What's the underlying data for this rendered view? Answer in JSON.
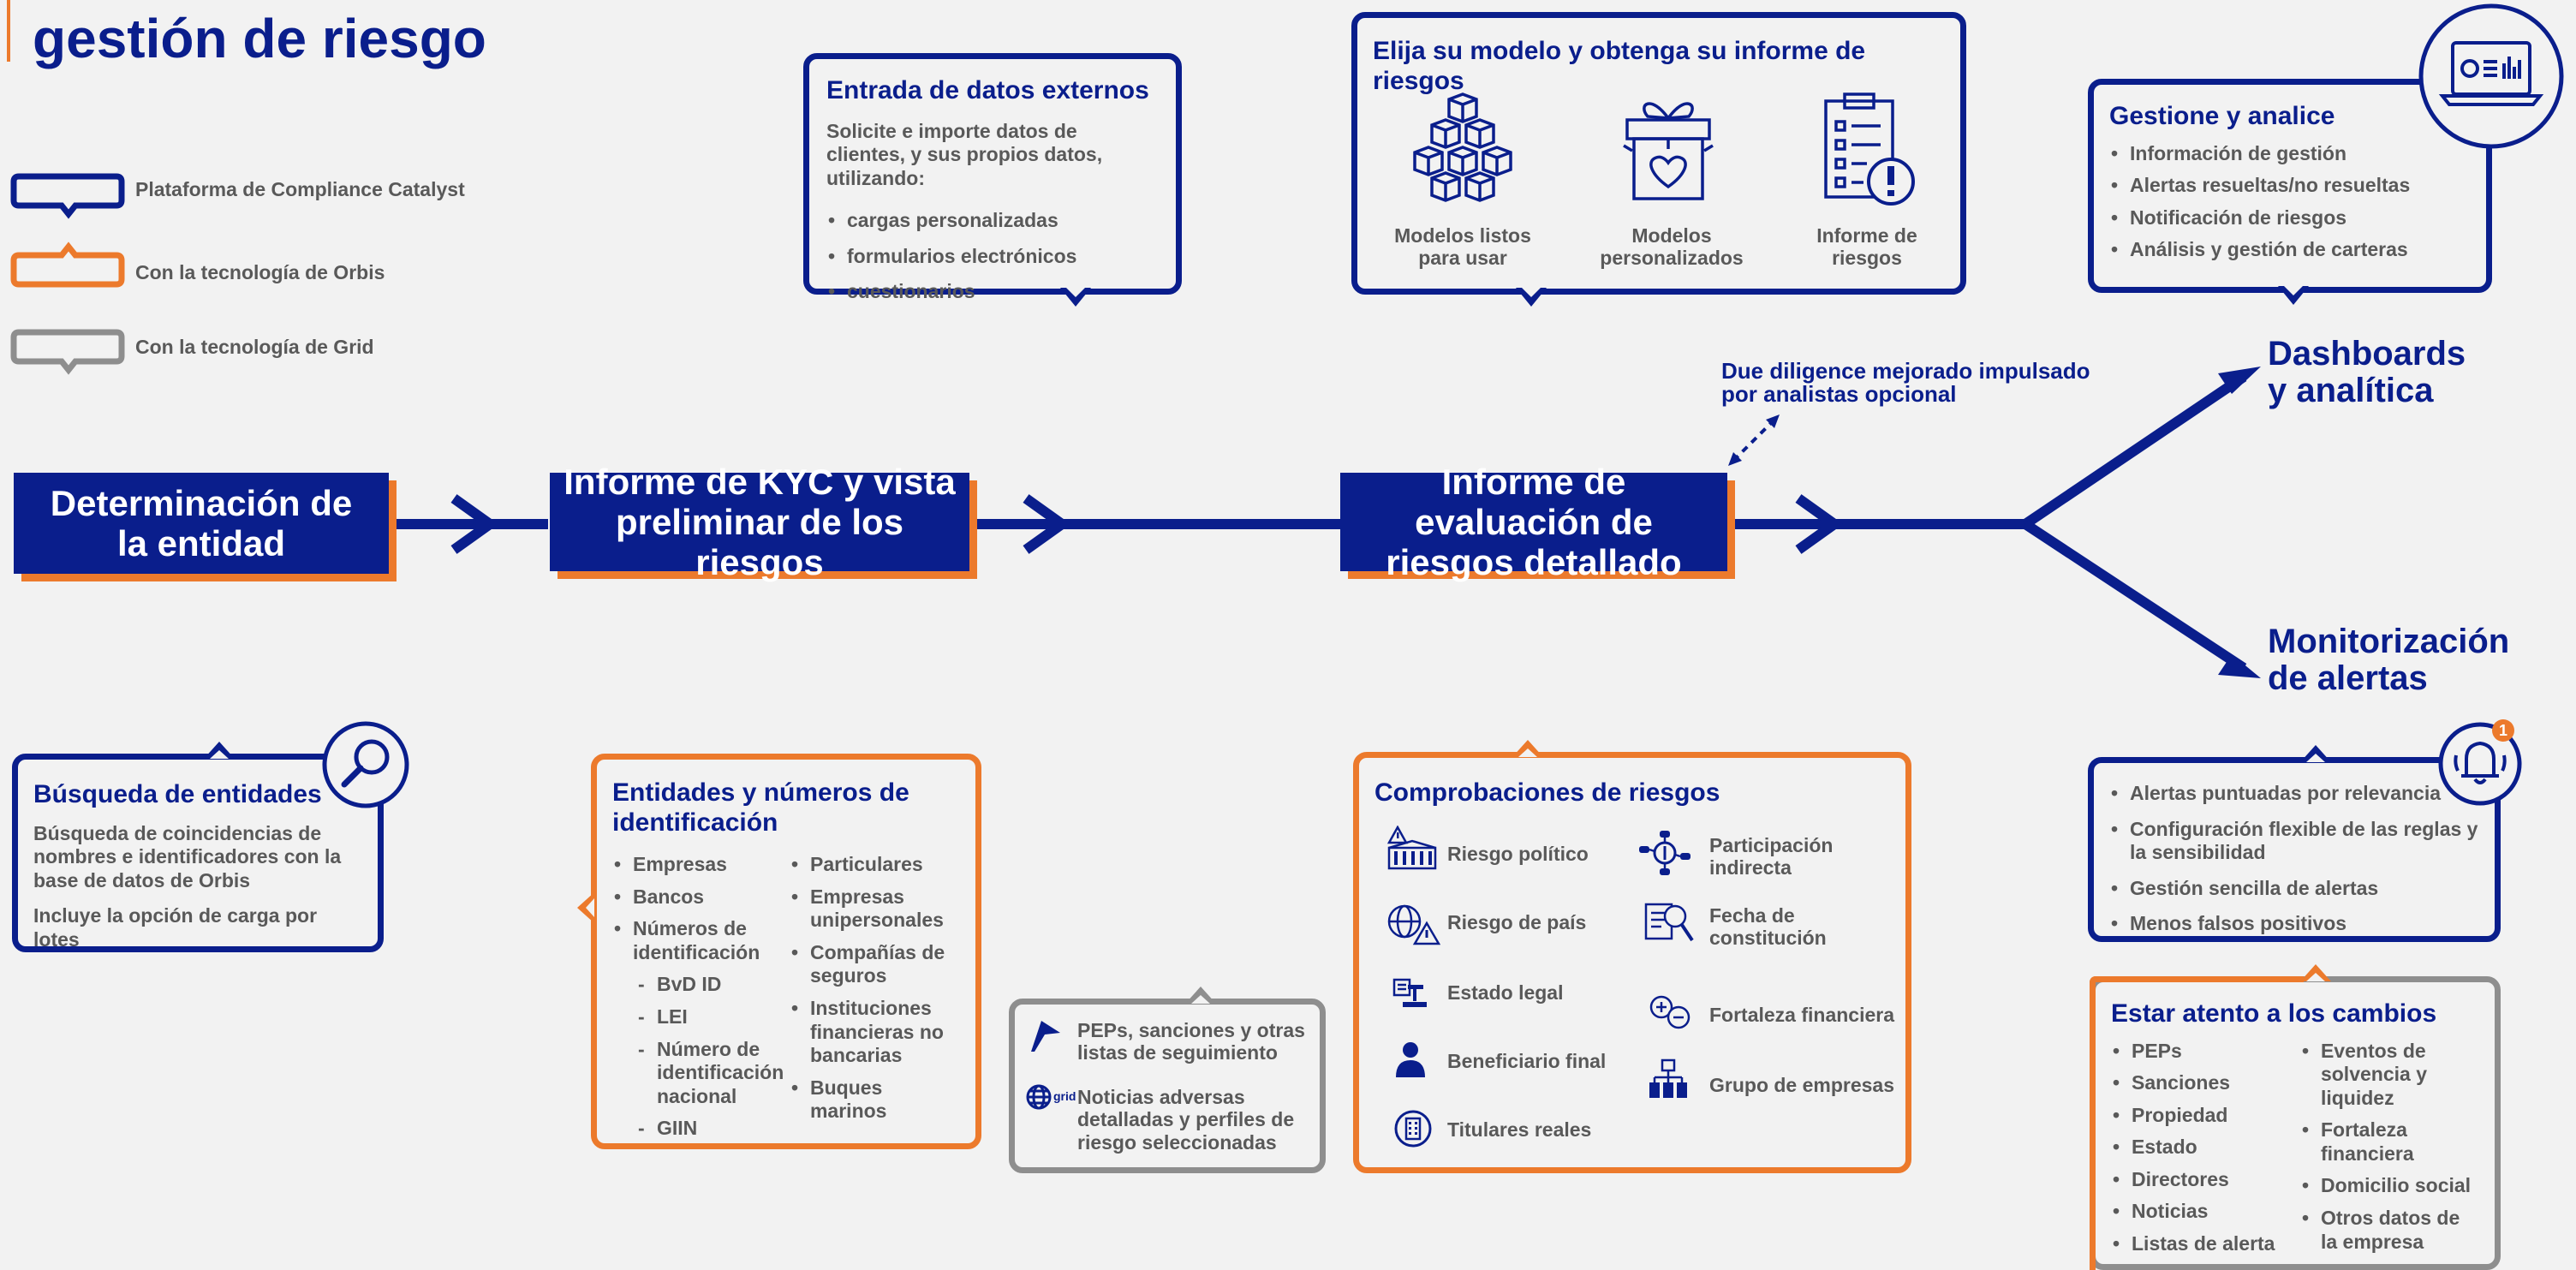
{
  "title": "gestión de riesgo",
  "legend": [
    {
      "label": "Plataforma de Compliance Catalyst",
      "color": "#0a1e8c"
    },
    {
      "label": "Con la tecnología de Orbis",
      "color": "#ec7a2c"
    },
    {
      "label": "Con la tecnología de Grid",
      "color": "#8e8e8e"
    }
  ],
  "stages": {
    "entity": "Determinación de la entidad",
    "kyc": "Informe de KYC y vista preliminar de los riesgos",
    "assessment": "Informe de evaluación de riesgos detallado"
  },
  "outcomes": {
    "dashboards": "Dashboards y analítica",
    "alerts": "Monitorización de alertas"
  },
  "due_diligence": "Due diligence mejorado impulsado por analistas opcional",
  "external_data": {
    "title": "Entrada de datos externos",
    "text": "Solicite e importe datos de clientes, y sus propios datos, utilizando:",
    "items": [
      "cargas personalizadas",
      "formularios electrónicos",
      "cuestionarios"
    ]
  },
  "model": {
    "title": "Elija su modelo y obtenga su informe de riesgos",
    "items": [
      {
        "label": "Modelos listos para usar",
        "icon": "cubes-icon"
      },
      {
        "label": "Modelos personalizados",
        "icon": "gift-heart-icon"
      },
      {
        "label": "Informe de riesgos",
        "icon": "clipboard-alert-icon"
      }
    ]
  },
  "manage": {
    "title": "Gestione y analice",
    "items": [
      "Información de gestión",
      "Alertas resueltas/no resueltas",
      "Notificación de riesgos",
      "Análisis y gestión de carteras"
    ]
  },
  "search": {
    "title": "Búsqueda de entidades",
    "text1": "Búsqueda de coincidencias de nombres e identificadores con la base de datos de Orbis",
    "text2": "Incluye la opción de carga por lotes"
  },
  "entities": {
    "title": "Entidades y números de identificación",
    "left": [
      "Empresas",
      "Bancos",
      "Números de identificación"
    ],
    "sub": [
      "BvD ID",
      "LEI",
      "Número de identificación nacional",
      "GIIN"
    ],
    "right": [
      "Particulares",
      "Empresas unipersonales",
      "Compañías de seguros",
      "Instituciones financieras no bancarias",
      "Buques marinos"
    ]
  },
  "grid": {
    "item1": "PEPs, sanciones y otras listas de seguimiento",
    "item2": "Noticias adversas detalladas y perfiles de riesgo seleccionadas",
    "grid_logo": "grid"
  },
  "checks": {
    "title": "Comprobaciones de riesgos",
    "left": [
      "Riesgo político",
      "Riesgo de país",
      "Estado legal",
      "Beneficiario final",
      "Titulares reales"
    ],
    "right": [
      "Participación indirecta",
      "Fecha de constitución",
      "Fortaleza financiera",
      "Grupo de empresas"
    ]
  },
  "alerts_box": {
    "items": [
      "Alertas puntuadas por relevancia",
      "Configuración flexible de las reglas y la sensibilidad",
      "Gestión sencilla de alertas",
      "Menos falsos positivos"
    ],
    "badge": "1"
  },
  "changes": {
    "title": "Estar atento a los cambios",
    "left": [
      "PEPs",
      "Sanciones",
      "Propiedad",
      "Estado",
      "Directores",
      "Noticias",
      "Listas de alerta"
    ],
    "right": [
      "Eventos de solvencia y liquidez",
      "Fortaleza financiera",
      "Domicilio social",
      "Otros datos de la empresa"
    ]
  },
  "colors": {
    "navy": "#0a1e8c",
    "orange": "#ec7a2c",
    "grey": "#8e8e8e",
    "background": "#f2f2f2"
  }
}
